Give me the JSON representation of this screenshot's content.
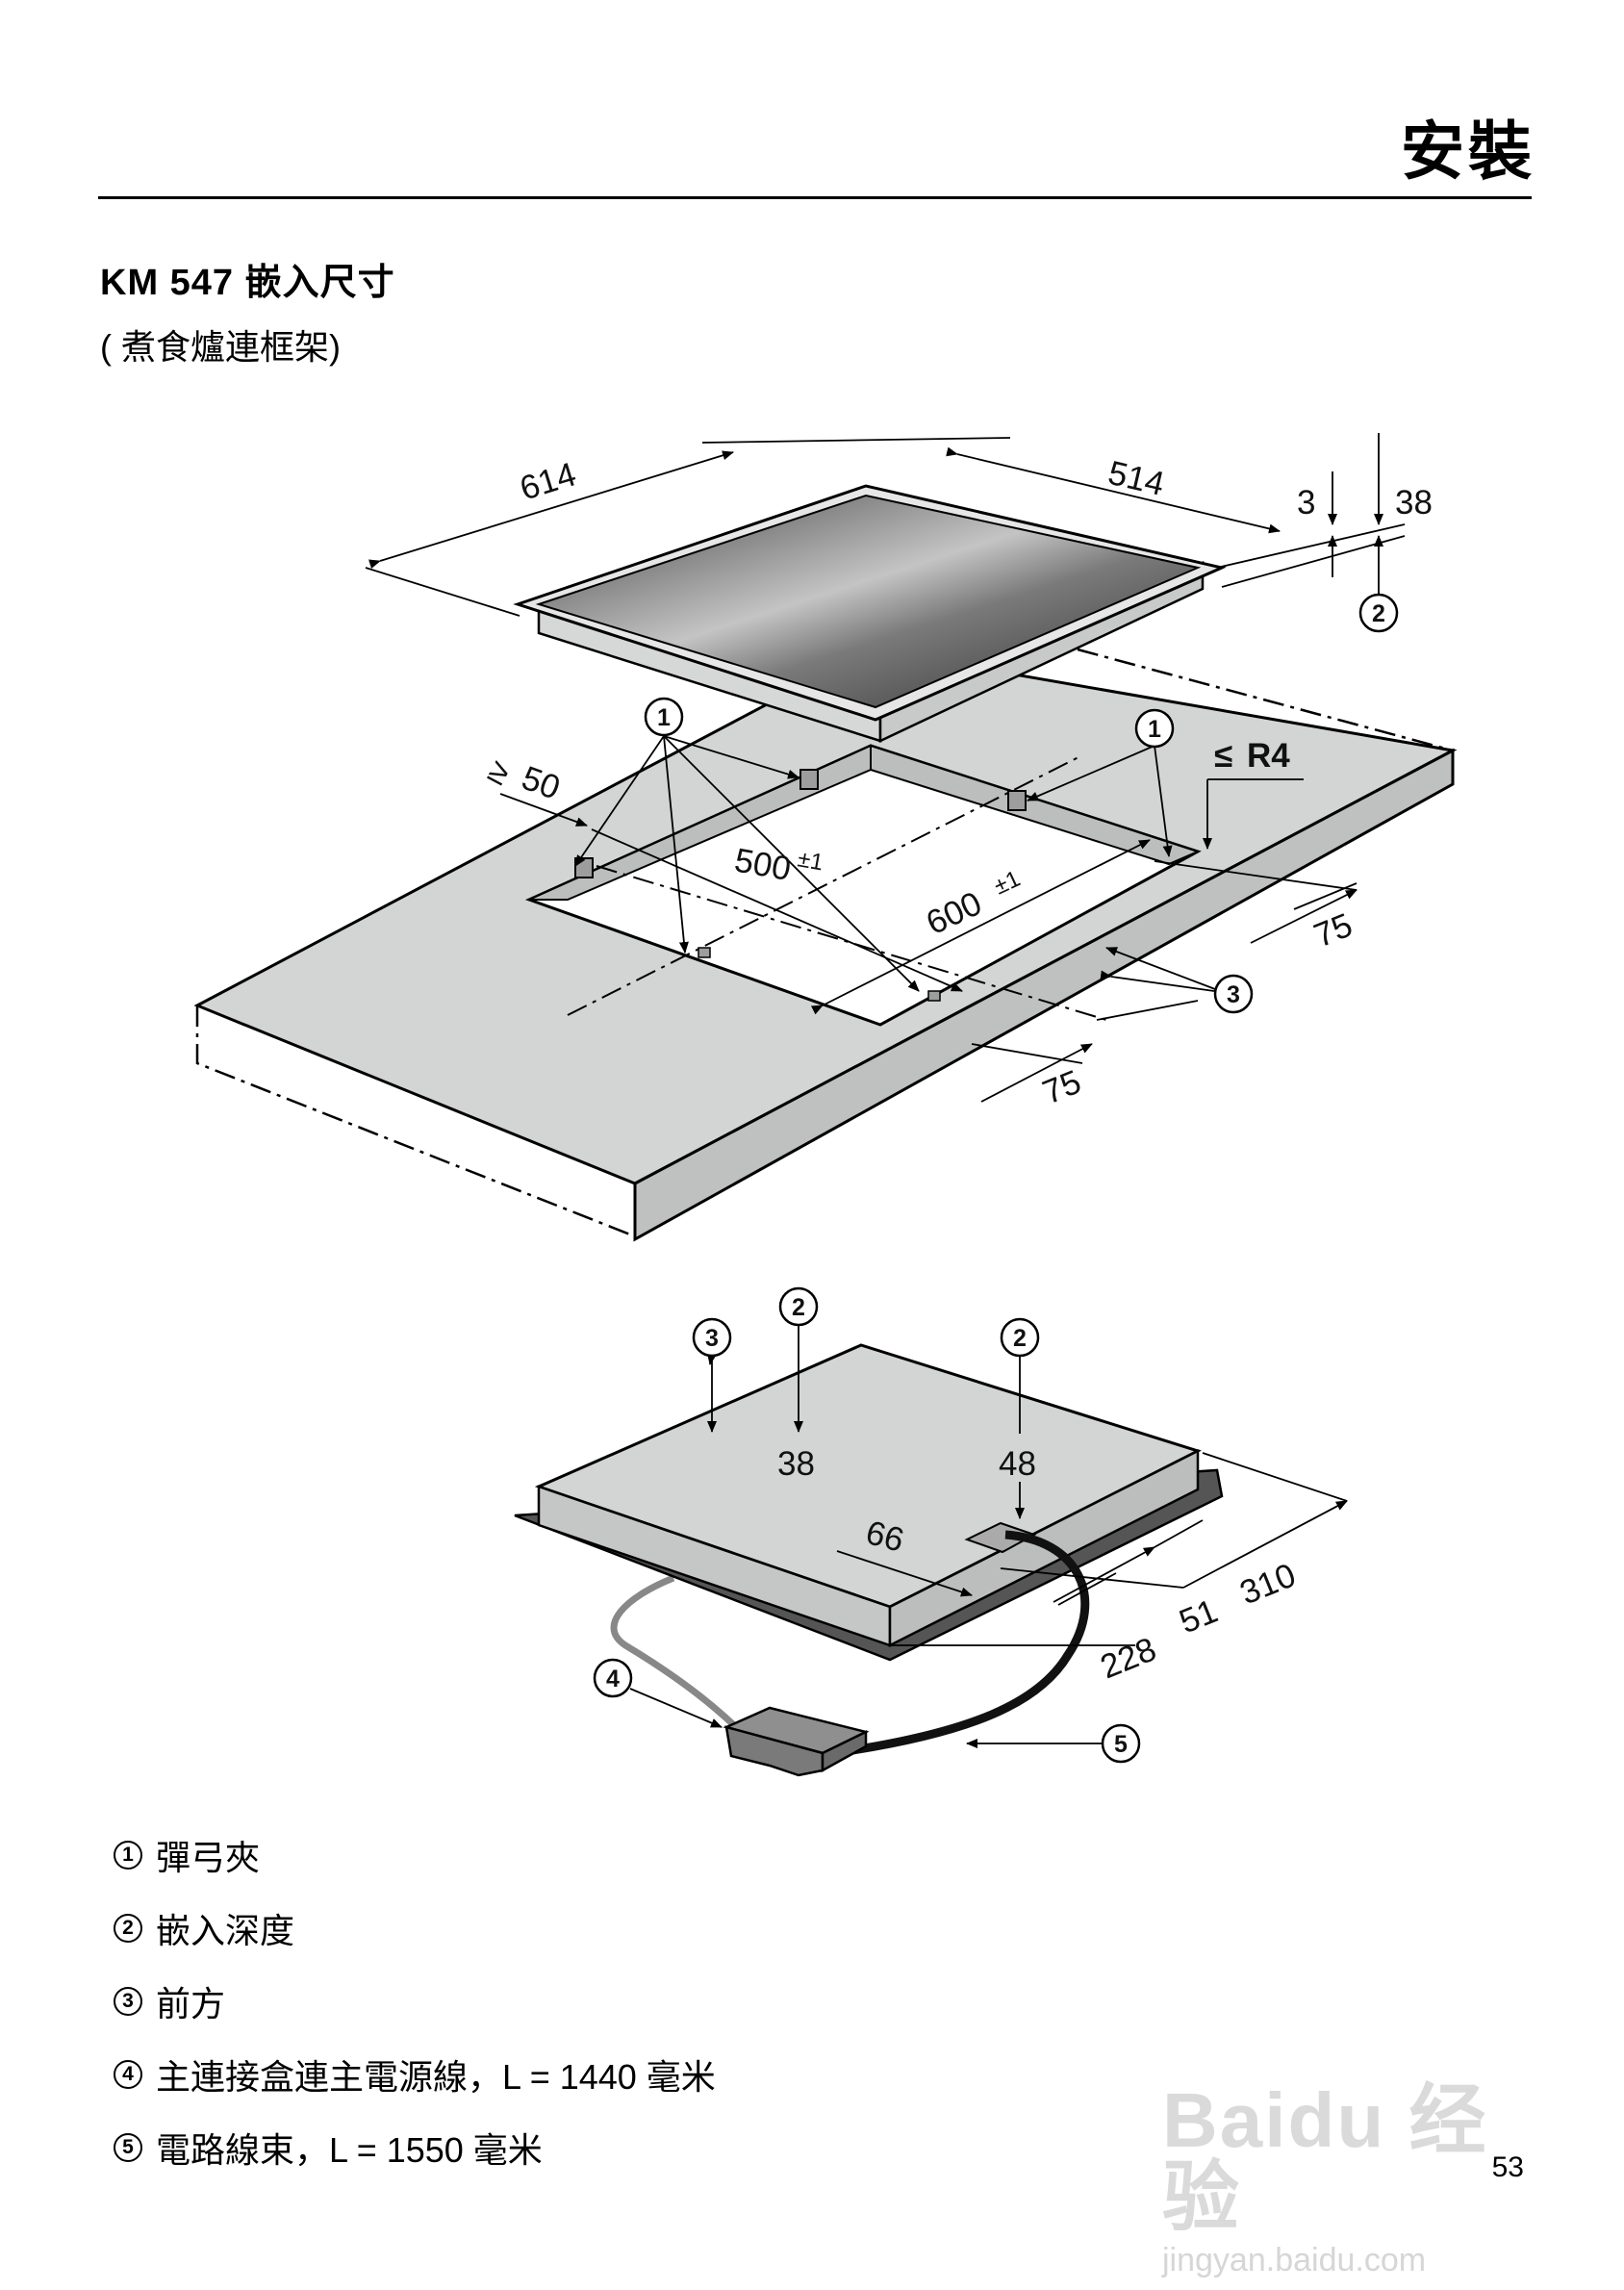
{
  "header": {
    "section": "安裝"
  },
  "heading": {
    "title": "KM 547 嵌入尺寸",
    "subtitle": "( 煮食爐連框架)"
  },
  "diagram_top": {
    "dims": {
      "length": "614",
      "width": "514",
      "frame": "3",
      "depth": "38",
      "clearance_prefix": "≥",
      "clearance": "50",
      "radius_prefix": "≤",
      "radius": "R4",
      "cutout_depth": "500",
      "cutout_depth_tol": "±1",
      "cutout_width": "600",
      "cutout_width_tol": "±1",
      "margin_right": "75",
      "margin_front": "75"
    },
    "callouts": [
      "2",
      "1",
      "1",
      "3"
    ]
  },
  "diagram_bottom": {
    "dims": {
      "depth_left": "38",
      "depth_right": "48",
      "offset_66": "66",
      "d228": "228",
      "d51": "51",
      "d310": "310"
    },
    "callouts": [
      "3",
      "2",
      "2",
      "4",
      "5"
    ]
  },
  "legend": [
    {
      "num": "1",
      "text": "彈弓夾"
    },
    {
      "num": "2",
      "text": "嵌入深度"
    },
    {
      "num": "3",
      "text": "前方"
    },
    {
      "num": "4",
      "text": "主連接盒連主電源線，L = 1440 毫米"
    },
    {
      "num": "5",
      "text": "電路線束，L = 1550 毫米"
    }
  ],
  "page_number": "53",
  "watermark": {
    "logo": "Baidu 经验",
    "url": "jingyan.baidu.com"
  }
}
